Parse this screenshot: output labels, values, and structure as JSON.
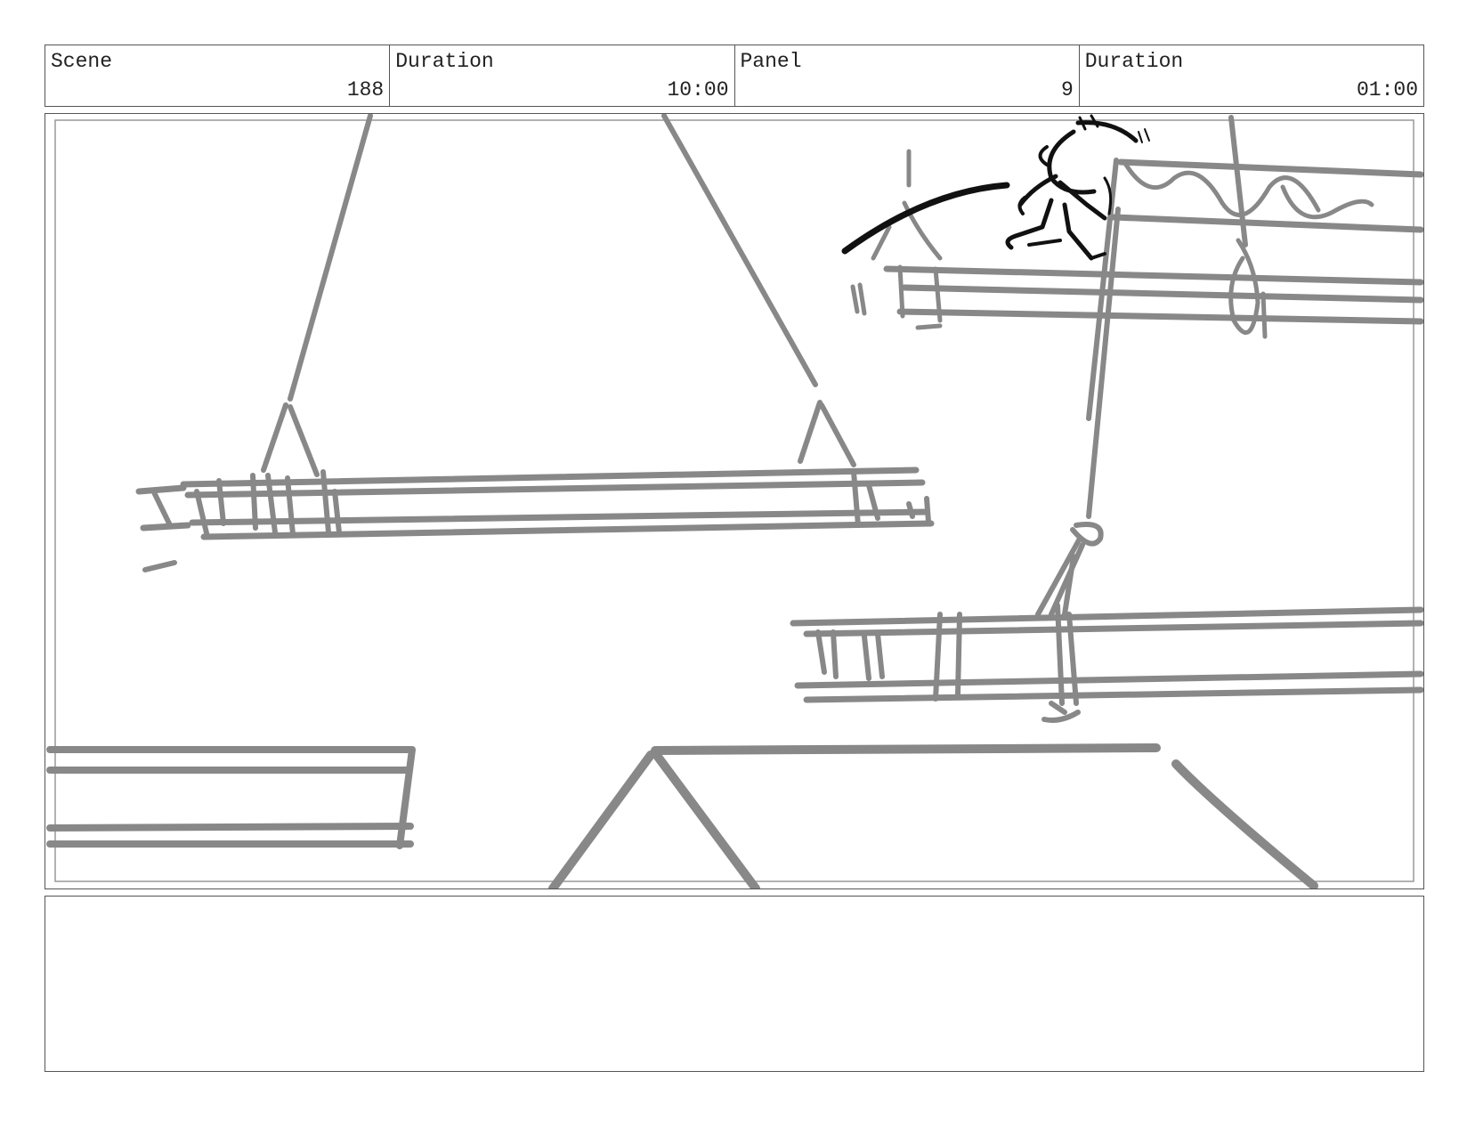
{
  "header": {
    "scene_label": "Scene",
    "scene_value": "188",
    "scene_duration_label": "Duration",
    "scene_duration_value": "10:00",
    "panel_label": "Panel",
    "panel_value": "9",
    "panel_duration_label": "Duration",
    "panel_duration_value": "01:00"
  },
  "sketch": {
    "line_color": "#888888",
    "character_color": "#111111"
  },
  "notes": {
    "text": ""
  }
}
